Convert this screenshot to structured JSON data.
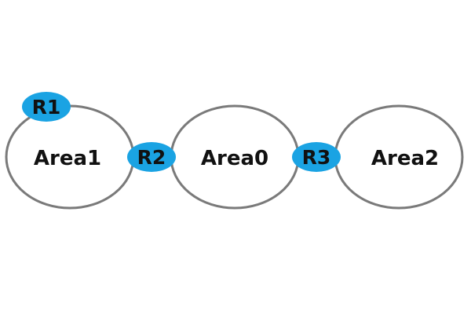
{
  "diagram": {
    "areas": [
      {
        "id": "area1",
        "label": "Area1"
      },
      {
        "id": "area0",
        "label": "Area0"
      },
      {
        "id": "area2",
        "label": "Area2"
      }
    ],
    "routers": [
      {
        "id": "r1",
        "label": "R1"
      },
      {
        "id": "r2",
        "label": "R2"
      },
      {
        "id": "r3",
        "label": "R3"
      }
    ]
  },
  "colors": {
    "router_fill": "#1aa3e3",
    "area_stroke": "#7a7a7a",
    "text": "#111111"
  }
}
